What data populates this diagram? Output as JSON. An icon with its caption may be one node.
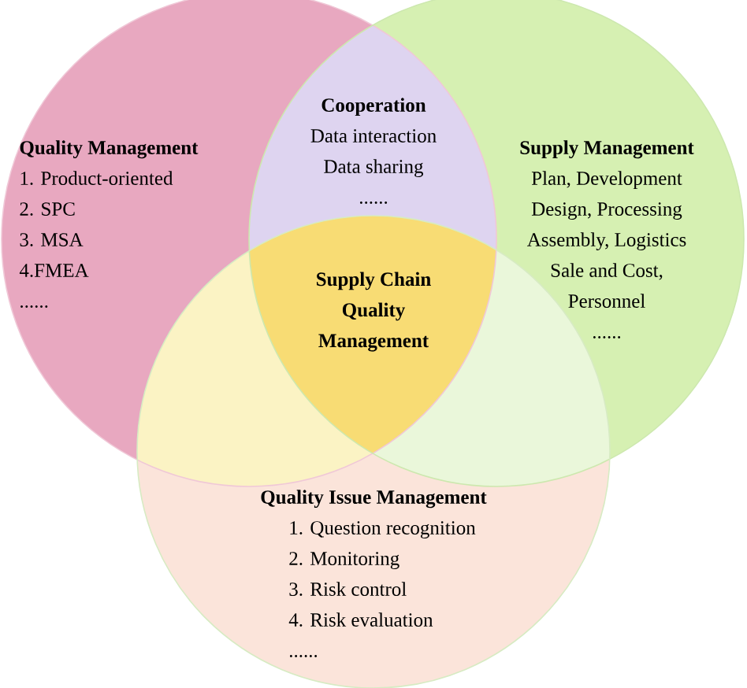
{
  "diagram": {
    "nodes": [
      {
        "text": [
          "Quality Management",
          "1. Product-oriented",
          "2. SPC",
          "3. MSA",
          "4.FMEA",
          "......"
        ]
      },
      {
        "text": [
          "Supply Management",
          "Plan, Development",
          "Design, Processing",
          "Assembly, Logistics",
          "Sale and Cost,",
          "Personnel",
          "......"
        ]
      },
      {
        "text": [
          "Quality Issue Management",
          "1. Question recognition",
          "2. Monitoring",
          "3. Risk control",
          "4. Risk evaluation",
          "......"
        ]
      },
      {
        "text": [
          "Cooperation",
          "Data interaction",
          "Data sharing",
          "......"
        ]
      },
      {
        "text": [
          "Supply Chain Quality Management"
        ]
      }
    ]
  }
}
